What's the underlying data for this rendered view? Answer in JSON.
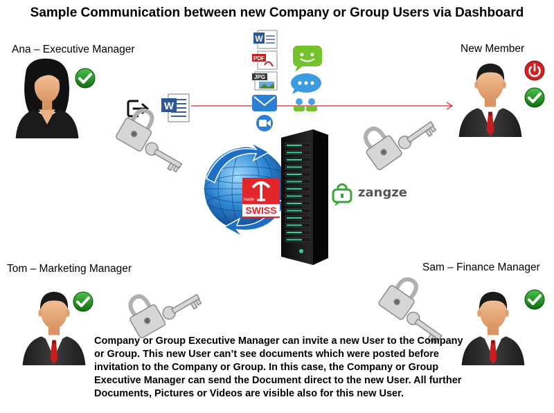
{
  "title": "Sample Communication between new Company or Group Users via Dashboard",
  "people": {
    "ana": {
      "label": "Ana – Executive Manager"
    },
    "new_member": {
      "label": "New Member"
    },
    "tom": {
      "label": "Tom – Marketing Manager"
    },
    "sam": {
      "label": "Sam – Finance Manager"
    }
  },
  "server": {
    "brand_label": "zangze",
    "badge_label": "SWISS",
    "badge_small": "made"
  },
  "description": "Company or Group Executive Manager can invite a new User to the Company or Group. This new User can’t see documents which were posted before invitation to the Company or Group. In this case, the Company or Group Executive Manager can send the Document direct to the new User. All further Documents, Pictures or Videos are visible also for this new User.",
  "file_icons": {
    "pdf": "PDF",
    "jpg": "JPG",
    "word": "W"
  },
  "colors": {
    "arrow": "#e02020",
    "check": "#1a8a1a",
    "power": "#d42020",
    "server_accent": "#2fd3a0",
    "brand": "#3aa63a"
  }
}
